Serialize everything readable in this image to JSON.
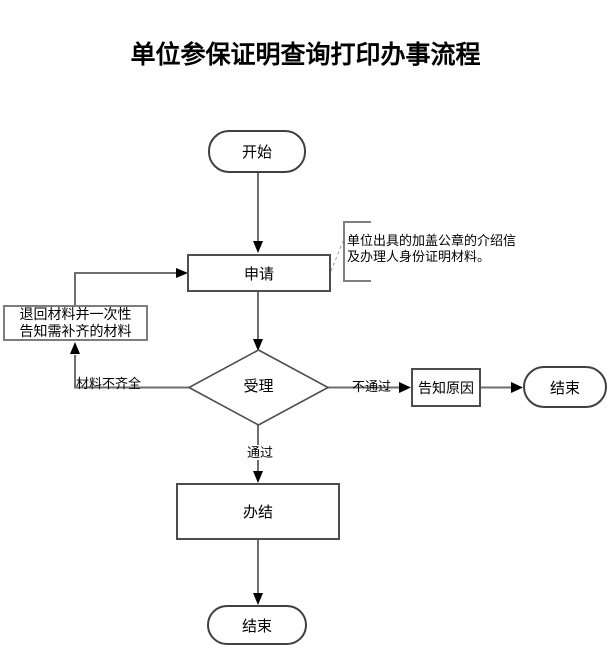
{
  "title": "单位参保证明查询打印办事流程",
  "nodes": {
    "start": {
      "label": "开始",
      "shape": "terminator"
    },
    "apply": {
      "label": "申请",
      "shape": "process"
    },
    "review": {
      "label": "受理",
      "shape": "decision"
    },
    "return_materials": {
      "line1": "退回材料并一次性",
      "line2": "告知需补齐的材料",
      "shape": "process"
    },
    "inform_reason": {
      "label": "告知原因",
      "shape": "process"
    },
    "end_right": {
      "label": "结束",
      "shape": "terminator"
    },
    "complete": {
      "label": "办结",
      "shape": "process"
    },
    "end_bottom": {
      "label": "结束",
      "shape": "terminator"
    }
  },
  "edge_labels": {
    "materials_incomplete": "材料不齐全",
    "not_passed": "不通过",
    "passed": "通过"
  },
  "annotation": {
    "line1": "单位出具的加盖公章的介绍信",
    "line2": "及办理人身份证明材料。"
  },
  "colors": {
    "line": "#6e6e6e",
    "border": "#4d4d4d",
    "arrow": "#000000",
    "background": "#ffffff"
  }
}
